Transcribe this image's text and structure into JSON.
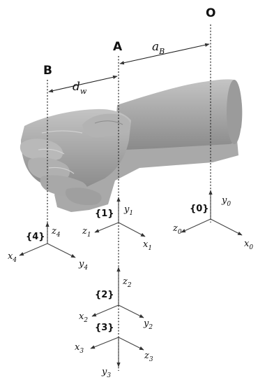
{
  "points": {
    "origin": "O",
    "a": "A",
    "b": "B"
  },
  "dimensions": {
    "a_b": {
      "sym": "a",
      "sub": "B"
    },
    "d_w": {
      "sym": "d",
      "sub": "w"
    }
  },
  "frames": [
    {
      "id": "frame0",
      "label": "{0}",
      "axes": {
        "up": [
          "y",
          "0"
        ],
        "left": [
          "z",
          "0"
        ],
        "right": [
          "x",
          "0"
        ]
      }
    },
    {
      "id": "frame1",
      "label": "{1}",
      "axes": {
        "up": [
          "y",
          "1"
        ],
        "left": [
          "z",
          "1"
        ],
        "right": [
          "x",
          "1"
        ]
      }
    },
    {
      "id": "frame4",
      "label": "{4}",
      "axes": {
        "up": [
          "z",
          "4"
        ],
        "left": [
          "x",
          "4"
        ],
        "right": [
          "y",
          "4"
        ]
      }
    },
    {
      "id": "frame2",
      "label": "{2}",
      "axes": {
        "up": [
          "z",
          "2"
        ],
        "left": [
          "x",
          "2"
        ],
        "right": [
          "y",
          "2"
        ]
      }
    },
    {
      "id": "frame3",
      "label": "{3}",
      "axes": {
        "down": [
          "y",
          "3"
        ],
        "left": [
          "x",
          "3"
        ],
        "right": [
          "z",
          "3"
        ]
      }
    }
  ],
  "colors": {
    "hand": "#a9a9a9",
    "hand_shadow": "#7d7d7d",
    "line": "#222222"
  }
}
